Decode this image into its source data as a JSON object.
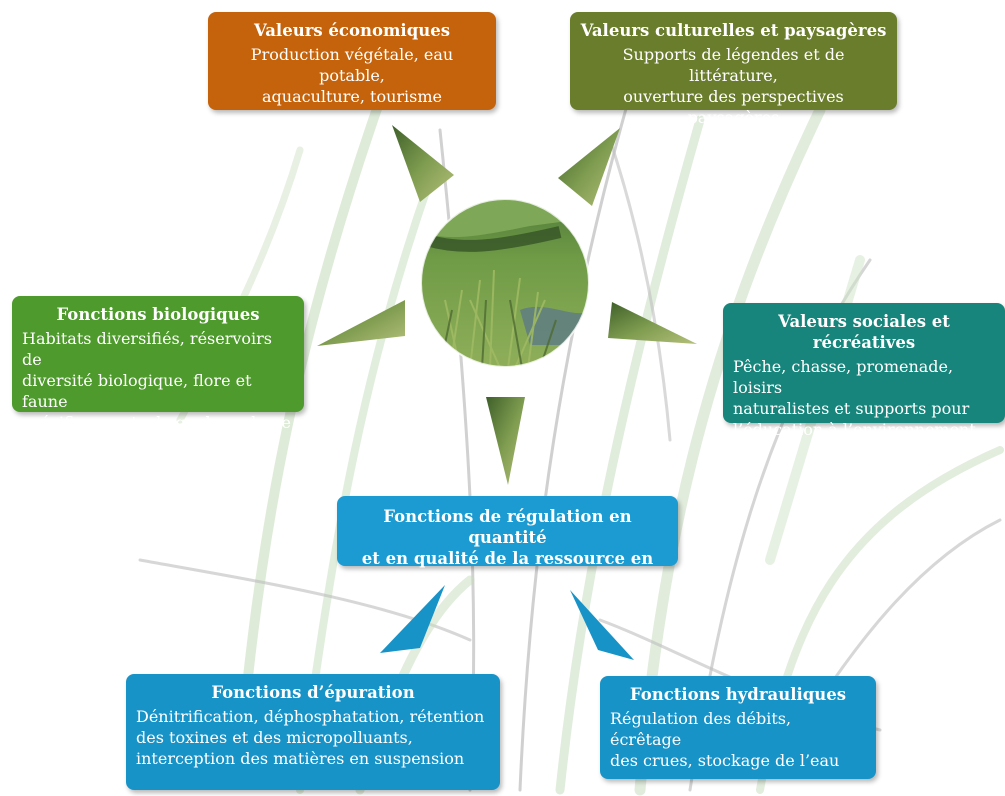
{
  "colors": {
    "economic": "#c4630b",
    "cultural": "#6a7d2d",
    "biological": "#4e9a2c",
    "social": "#17857b",
    "regulation": "#1b9bd1",
    "epuration": "#1893c8",
    "hydraulic": "#1893c8"
  },
  "boxes": {
    "economic": {
      "title": "Valeurs économiques",
      "body": "Production végétale, eau potable,\naquaculture, tourisme"
    },
    "cultural": {
      "title": "Valeurs culturelles et paysagères",
      "body": "Supports de légendes et de littérature,\nouverture des perspectives paysagères"
    },
    "biological": {
      "title": "Fonctions biologiques",
      "body": "Habitats diversifiés, réservoirs de\ndiversité biologique, flore et faune\nspécifiques, stockage de carbone"
    },
    "social": {
      "title": "Valeurs sociales et récréatives",
      "body": "Pêche, chasse, promenade, loisirs\nnaturalistes et supports pour\nl’éducation à l’environnement"
    },
    "regulation": {
      "title": "Fonctions de régulation en quantité\net en qualité de la ressource en eau"
    },
    "epuration": {
      "title": "Fonctions d’épuration",
      "body": "Dénitrification, déphosphatation, rétention\ndes toxines et des micropolluants,\ninterception des matières en suspension"
    },
    "hydraulic": {
      "title": "Fonctions hydrauliques",
      "body": "Régulation des débits, écrêtage\ndes crues, stockage de l’eau"
    }
  }
}
